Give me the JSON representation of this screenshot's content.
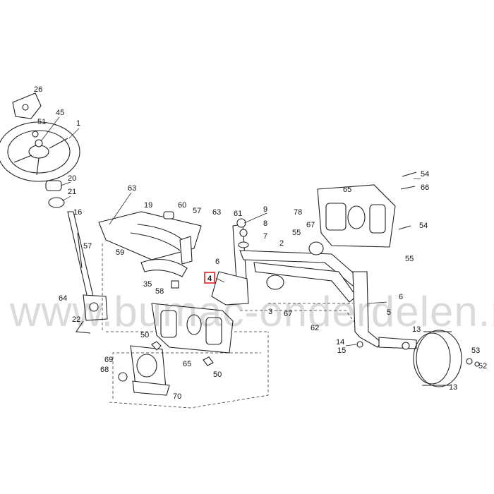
{
  "watermark": "www.bumac-onderdelen.nl",
  "highlighted_label": "4",
  "part_labels": [
    "26",
    "45",
    "51",
    "1",
    "20",
    "21",
    "16",
    "57",
    "64",
    "63",
    "19",
    "60",
    "57",
    "63",
    "61",
    "9",
    "8",
    "7",
    "78",
    "67",
    "55",
    "2",
    "65",
    "54",
    "66",
    "54",
    "55",
    "59",
    "35",
    "58",
    "6",
    "67",
    "5",
    "62",
    "6",
    "14",
    "15",
    "13",
    "53",
    "52",
    "13",
    "50",
    "69",
    "68",
    "65",
    "50",
    "70",
    "4",
    "3",
    "22"
  ],
  "colors": {
    "highlight": "#dd1111",
    "lines": "#222222"
  }
}
